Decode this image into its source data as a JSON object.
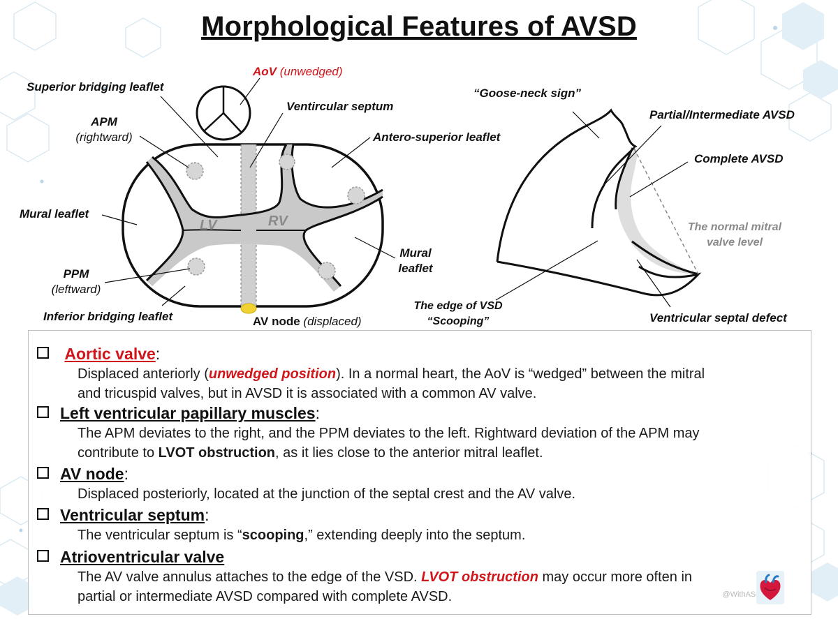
{
  "title": "Morphological Features of AVSD",
  "left_diagram": {
    "aov_label": "AoV",
    "aov_sub": "(unwedged)",
    "superior_bridging": "Superior bridging leaflet",
    "ventricular_septum": "Ventircular septum",
    "apm": "APM",
    "apm_sub": "(rightward)",
    "antero_superior": "Antero-superior leaflet",
    "mural_left": "Mural leaflet",
    "lv": "LV",
    "rv": "RV",
    "mural_right_1": "Mural",
    "mural_right_2": "leaflet",
    "ppm": "PPM",
    "ppm_sub": "(leftward)",
    "inferior_bridging": "Inferior bridging leaflet",
    "av_node": "AV node",
    "av_node_sub": "(displaced)"
  },
  "right_diagram": {
    "goose_neck": "“Goose-neck sign”",
    "partial": "Partial/Intermediate AVSD",
    "complete": "Complete AVSD",
    "normal_mitral_1": "The normal mitral",
    "normal_mitral_2": "valve level",
    "vsd_edge_1": "The edge of VSD",
    "vsd_edge_2": "“Scooping”",
    "vsd": "Ventricular septal defect"
  },
  "notes": {
    "aortic": {
      "heading": "Aortic valve",
      "p1": "Displaced anteriorly (",
      "em": "unwedged position",
      "p2": "). In a normal heart, the AoV is “wedged” between the mitral",
      "line2": "and tricuspid valves, but in AVSD it is associated with a common AV valve."
    },
    "papillary": {
      "heading": "Left ventricular papillary muscles",
      "line1": "The APM deviates to the right, and the PPM deviates to the left. Rightward deviation of the APM may",
      "p1": "contribute to ",
      "bold": "LVOT obstruction",
      "p2": ", as it lies close to the anterior mitral leaflet."
    },
    "avnode": {
      "heading": "AV node",
      "line1": "Displaced posteriorly, located at the junction of the septal crest and the AV valve."
    },
    "septum": {
      "heading": "Ventricular septum",
      "p1": "The ventricular septum is “",
      "bold": "scooping",
      "p2": ",” extending deeply into the septum."
    },
    "avvalve": {
      "heading": "Atrioventricular valve",
      "p1": "The AV valve annulus attaches to the edge of the VSD. ",
      "em": "LVOT obstruction",
      "p2": " may occur more often in",
      "line2": "partial or intermediate AVSD compared with complete AVSD."
    }
  },
  "watermark": "@WithAScalpel",
  "colors": {
    "accent_red": "#d0161b",
    "septum_gray": "#c9c9c9",
    "node_yellow": "#f2d230",
    "hex_blue": "#d6e9f3"
  }
}
